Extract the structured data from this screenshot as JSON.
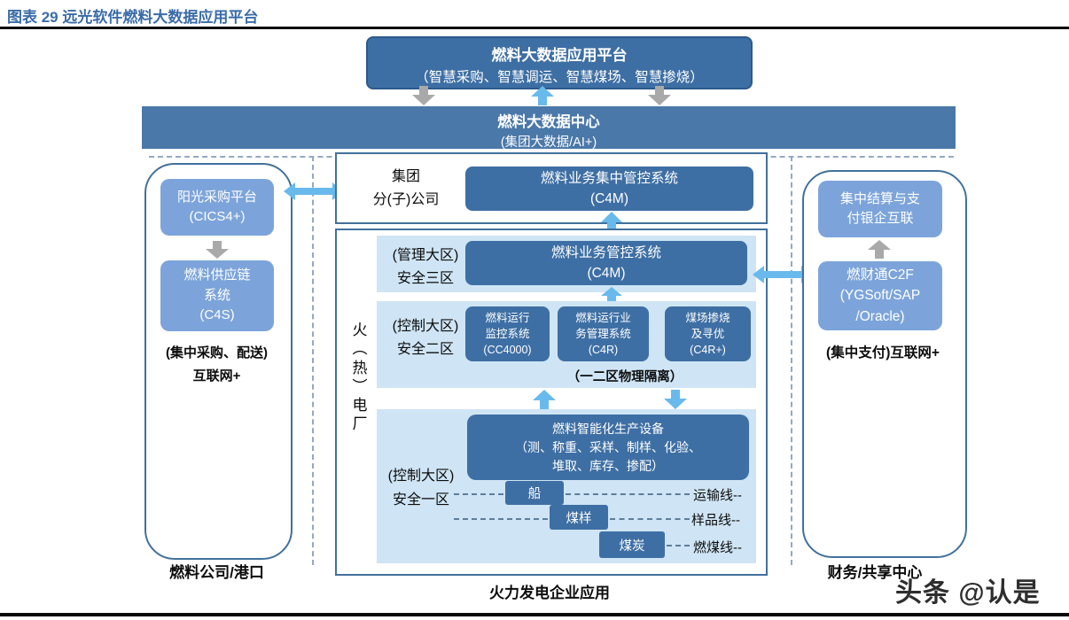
{
  "page": {
    "title": "图表 29 远光软件燃料大数据应用平台",
    "watermark": "头条 @认是"
  },
  "platform_box": {
    "title": "燃料大数据应用平台",
    "subtitle": "（智慧采购、智慧调运、智慧煤场、智慧掺烧）"
  },
  "center_bar": {
    "title": "燃料大数据中心",
    "subtitle": "(集团大数据/AI+)"
  },
  "left_panel": {
    "box_procurement": "阳光采购平台\n(CICS4+)",
    "box_supply_chain": "燃料供应链\n系统\n(C4S)",
    "note": "(集中采购、配送)\n互联网+",
    "footer": "燃料公司/港口"
  },
  "group_section": {
    "label": "集团\n分(子)公司",
    "box": "燃料业务集中管控系统\n(C4M)"
  },
  "plant_section": {
    "side_label": "火\n︵\n热\n︶\n电\n厂",
    "zone3": {
      "label": "(管理大区)\n安全三区",
      "box": "燃料业务管控系统\n(C4M)"
    },
    "zone2": {
      "label": "(控制大区)\n安全二区",
      "boxes": [
        "燃料运行\n监控系统\n(CC4000)",
        "燃料运行业\n务管理系统\n(C4R)",
        "煤场掺烧\n及寻优\n(C4R+)"
      ],
      "note": "（一二区物理隔离）"
    },
    "zone1": {
      "label": "(控制大区)\n安全一区",
      "box": "燃料智能化生产设备\n（测、称重、采样、制样、化验、\n堆取、库存、掺配）",
      "flow_items": [
        "船",
        "煤样",
        "煤炭"
      ],
      "flow_labels": [
        "运输线--",
        "样品线--",
        "燃煤线--"
      ]
    },
    "footer": "火力发电企业应用"
  },
  "right_panel": {
    "box_settlement": "集中结算与支\n付银企互联",
    "box_c2f": "燃财通C2F\n(YGSoft/SAP\n/Oracle)",
    "note": "(集中支付)互联网+",
    "footer": "财务/共享中心"
  },
  "colors": {
    "dark_blue": "#3E6FA4",
    "bar_blue": "#4A78A9",
    "medium_blue": "#7CA4DA",
    "band_blue": "#CFE5F5",
    "arrow_blue": "#69BAEC",
    "arrow_gray": "#A9A9A9",
    "title_blue": "#3A6CA8",
    "border_blue": "#41719C"
  }
}
